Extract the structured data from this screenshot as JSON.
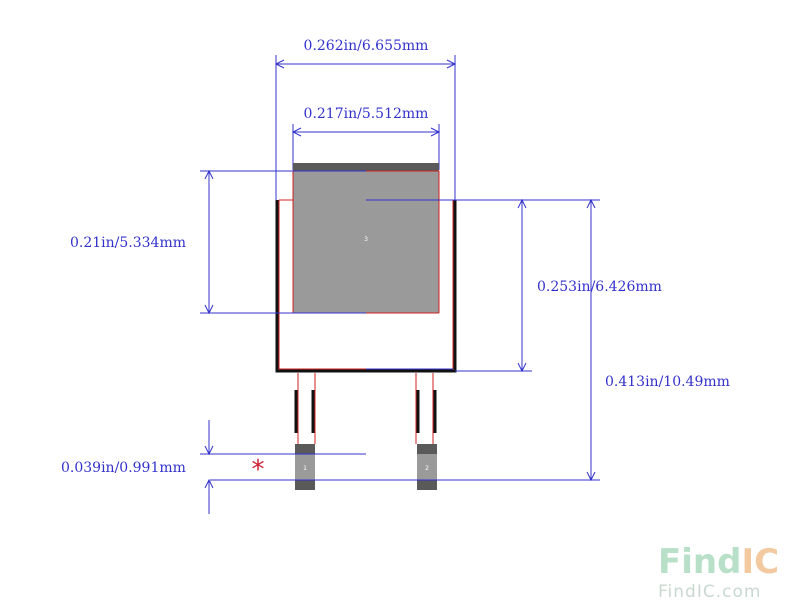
{
  "dimensions": {
    "top_width": "0.262in/6.655mm",
    "pad_width": "0.217in/5.512mm",
    "pad_height": "0.21in/5.334mm",
    "body_height": "0.253in/6.426mm",
    "total_height": "0.413in/10.49mm",
    "lead_pad": "0.039in/0.991mm"
  },
  "pads": {
    "tab_label": "3",
    "pin1_label": "1",
    "pin2_label": "2"
  },
  "pin1_marker": "*",
  "watermark": {
    "brand_left": "Find",
    "brand_right": "IC",
    "url": "FindIC.com"
  },
  "colors": {
    "dimension": "#3333cc",
    "pad": "#9a9a9a",
    "pad_edge": "#5a5a5a",
    "outline": "#111111",
    "marker": "#cc2233",
    "logo_left": "#b8e0c8",
    "logo_right": "#f3c9a0"
  }
}
